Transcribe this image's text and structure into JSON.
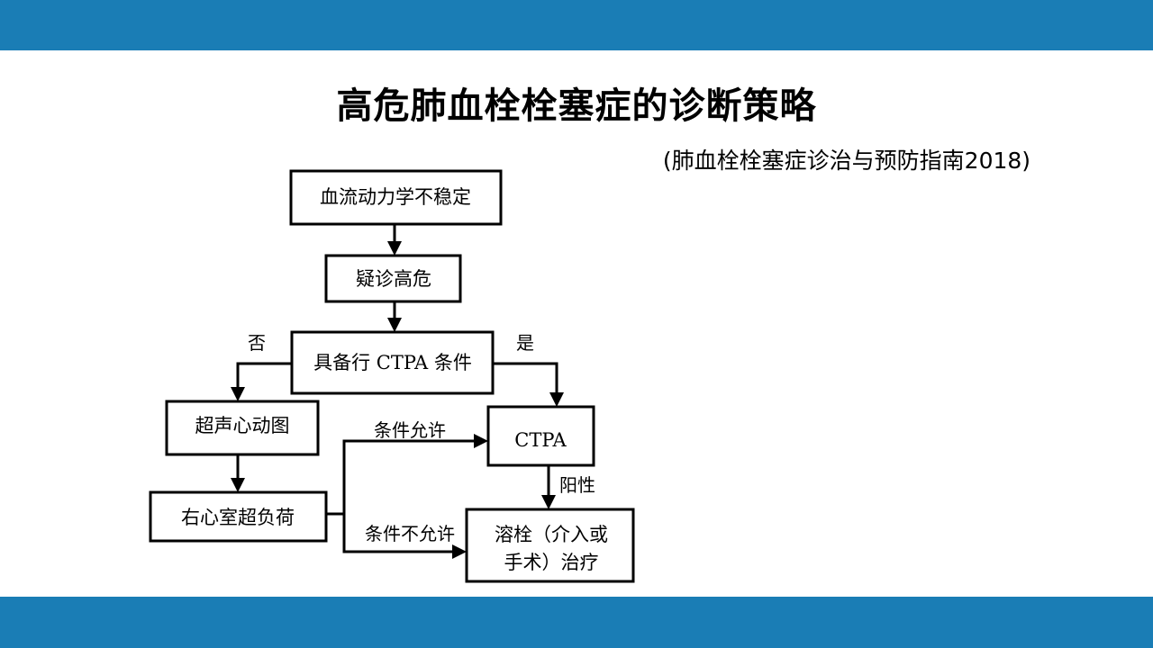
{
  "slide": {
    "title": "高危肺血栓栓塞症的诊断策略",
    "source": "(肺血栓栓塞症诊治与预防指南2018)",
    "band_color": "#1a7db5"
  },
  "diagram": {
    "nodes": {
      "unstable": "血流动力学不稳定",
      "suspected_high_risk": "疑诊高危",
      "ctpa_available": "具备行 CTPA 条件",
      "echo": "超声心动图",
      "rv_overload": "右心室超负荷",
      "ctpa": "CTPA",
      "treatment_line1": "溶栓（介入或",
      "treatment_line2": "手术）治疗"
    },
    "edges": {
      "no": "否",
      "yes": "是",
      "allowed": "条件允许",
      "not_allowed": "条件不允许",
      "positive": "阳性"
    }
  }
}
